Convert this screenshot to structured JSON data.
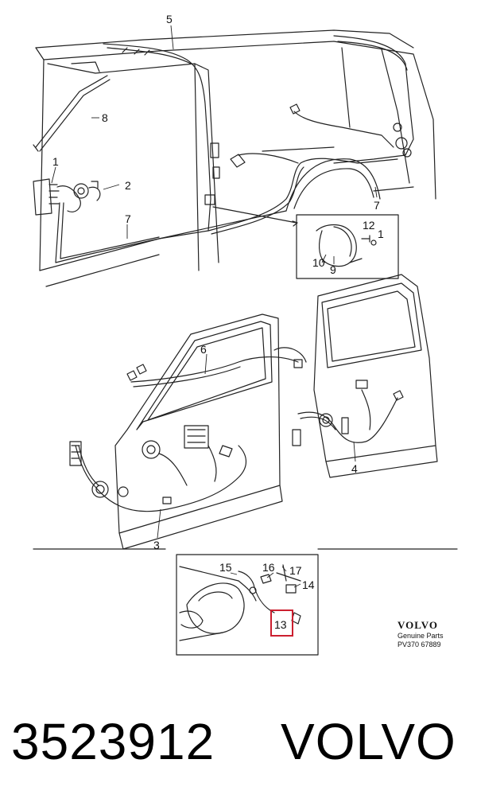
{
  "diagram": {
    "callouts": {
      "c1": "1",
      "c2": "2",
      "c3": "3",
      "c4": "4",
      "c5": "5",
      "c6": "6",
      "c7a": "7",
      "c7b": "7",
      "c8": "8",
      "c9": "9",
      "c10": "10",
      "c1b": "1",
      "c12": "12",
      "c13": "13",
      "c14": "14",
      "c15": "15",
      "c16": "16",
      "c17": "17"
    },
    "highlight_color": "#cc1f2f",
    "line_color": "#222222",
    "logo": {
      "brand": "VOLVO",
      "line1": "Genuine Parts",
      "line2": "PV370 67889"
    }
  },
  "footer": {
    "part_number": "3523912",
    "brand": "VOLVO"
  }
}
